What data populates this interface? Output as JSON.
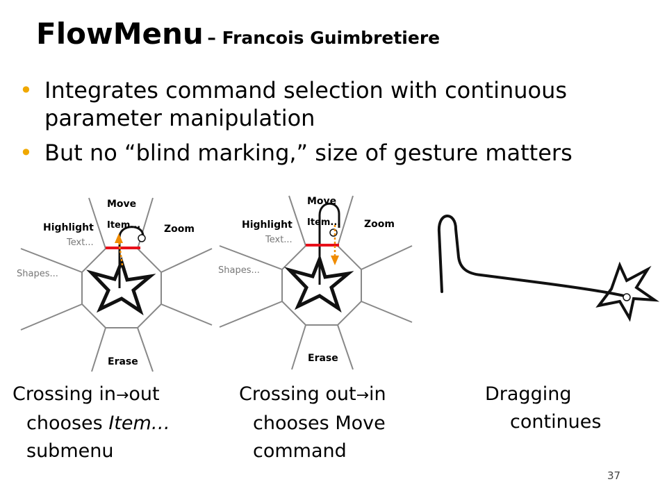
{
  "slide": {
    "title_main": "FlowMenu",
    "title_sub": "– Francois Guimbretiere",
    "bullets": [
      "Integrates command selection with continuous parameter manipulation",
      "But no “blind marking,” size of gesture matters"
    ],
    "page_number": "37"
  },
  "menu": {
    "items": {
      "move": "Move",
      "item": "Item...",
      "highlight": "Highlight",
      "text": "Text...",
      "zoom": "Zoom",
      "shapes": "Shapes...",
      "erase": "Erase"
    }
  },
  "captions": [
    {
      "part1": "Crossing in",
      "arrow": "→",
      "part2": "out",
      "line2_prefix": "chooses ",
      "line2_em": "Item…",
      "line3": "submenu"
    },
    {
      "part1": "Crossing out",
      "arrow": "→",
      "part2": "in",
      "line2": "chooses Move",
      "line3": "command"
    },
    {
      "line1": "Dragging",
      "line2": "continues"
    }
  ],
  "colors": {
    "bullet": "#f0a800",
    "crossing_line": "#e8101a",
    "direction_arrow": "#f08c00",
    "menu_line": "#888888"
  }
}
